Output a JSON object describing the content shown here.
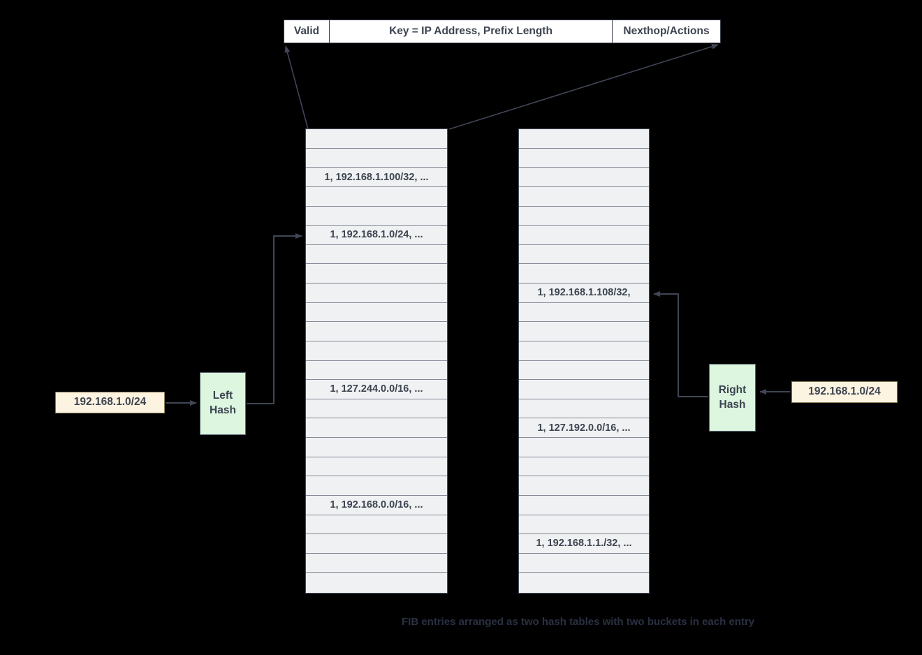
{
  "diagram": {
    "caption": "FIB entries arranged as two hash tables with two buckets in each entry",
    "colors": {
      "background": "#000000",
      "table_fill": "#eff1f3",
      "table_border": "#474f5e",
      "row_line": "#848b96",
      "hash_box_fill": "#ddf6e0",
      "input_box_fill": "#fcf3e1",
      "text": "#3d4450",
      "arrow": "#3f4655",
      "caption_text": "#2a3142"
    }
  },
  "header": {
    "columns": [
      {
        "label": "Valid"
      },
      {
        "label": "Key = IP Address, Prefix Length"
      },
      {
        "label": "Nexthop/Actions"
      }
    ]
  },
  "left_table": {
    "name": "left-hash-table",
    "row_count": 24,
    "rows": [
      "",
      "",
      "1, 192.168.1.100/32, ...",
      "",
      "",
      "1, 192.168.1.0/24, ...",
      "",
      "",
      "",
      "",
      "",
      "",
      "",
      "1, 127.244.0.0/16, ...",
      "",
      "",
      "",
      "",
      "",
      "1, 192.168.0.0/16, ...",
      "",
      "",
      "",
      ""
    ]
  },
  "right_table": {
    "name": "right-hash-table",
    "row_count": 24,
    "rows": [
      "",
      "",
      "",
      "",
      "",
      "",
      "",
      "",
      "1, 192.168.1.108/32,",
      "",
      "",
      "",
      "",
      "",
      "",
      "1, 127.192.0.0/16, ...",
      "",
      "",
      "",
      "",
      "",
      "1, 192.168.1.1./32, ...",
      "",
      ""
    ]
  },
  "left_hash": {
    "line1": "Left",
    "line2": "Hash"
  },
  "right_hash": {
    "line1": "Right",
    "line2": "Hash"
  },
  "left_input": {
    "label": "192.168.1.0/24"
  },
  "right_input": {
    "label": "192.168.1.0/24"
  }
}
